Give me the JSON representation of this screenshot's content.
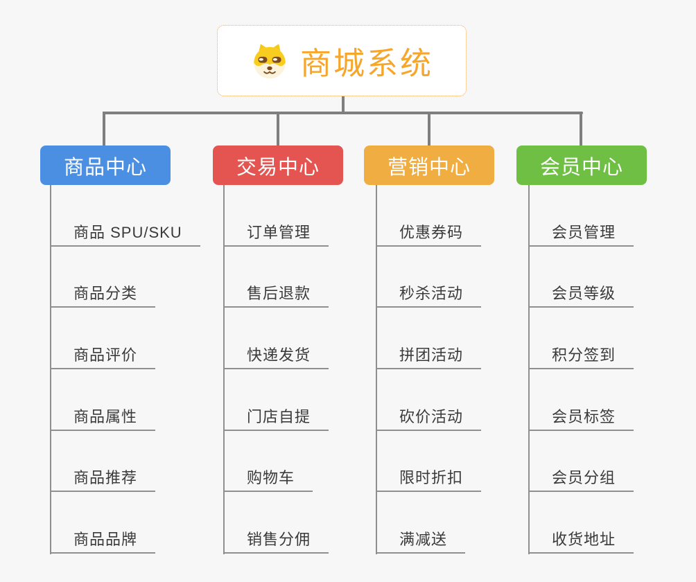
{
  "background": "#F7F7F7",
  "connector_colors": {
    "thick": "#7F7F7F",
    "thin": "#8F8F8F"
  },
  "root": {
    "label": "商城系统",
    "text_color": "#F5A62B",
    "border_color": "#F0A850",
    "icon": "shiba-dog-icon"
  },
  "branches": [
    {
      "label": "商品中心",
      "color": "#4B8FE2",
      "items": [
        "商品 SPU/SKU",
        "商品分类",
        "商品评价",
        "商品属性",
        "商品推荐",
        "商品品牌"
      ]
    },
    {
      "label": "交易中心",
      "color": "#E45552",
      "items": [
        "订单管理",
        "售后退款",
        "快递发货",
        "门店自提",
        "购物车",
        "销售分佣"
      ]
    },
    {
      "label": "营销中心",
      "color": "#EFAD42",
      "items": [
        "优惠券码",
        "秒杀活动",
        "拼团活动",
        "砍价活动",
        "限时折扣",
        "满减送"
      ]
    },
    {
      "label": "会员中心",
      "color": "#6EBF44",
      "items": [
        "会员管理",
        "会员等级",
        "积分签到",
        "会员标签",
        "会员分组",
        "收货地址"
      ]
    }
  ]
}
